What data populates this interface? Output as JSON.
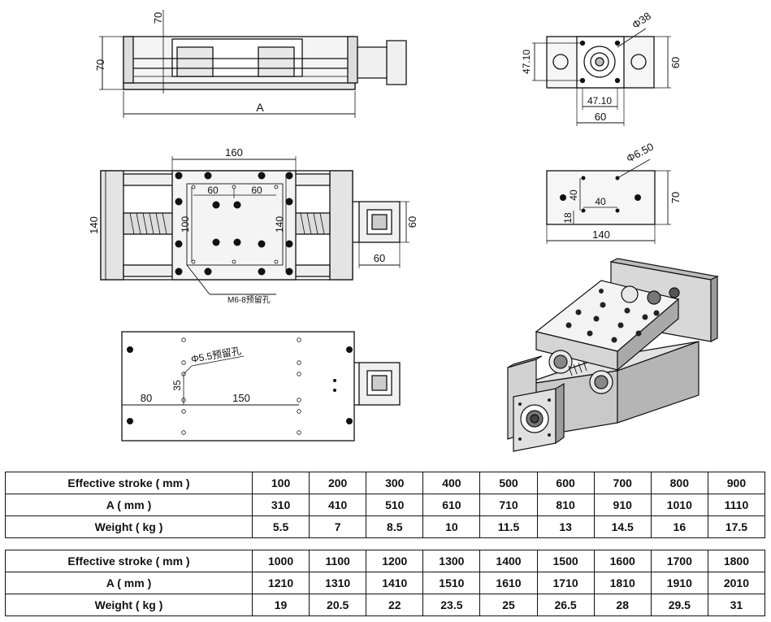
{
  "front_view": {
    "dim_height": "70",
    "dim_top": "70",
    "dim_length": "A"
  },
  "end_view": {
    "dim_bore": "Φ38",
    "dim_vertical_offset": "47.10",
    "dim_height": "60",
    "dim_horizontal_offset": "47.10",
    "dim_width": "60"
  },
  "top_view": {
    "dim_carriage_length": "160",
    "dim_hole_spacing_left": "60",
    "dim_hole_spacing_right": "60",
    "dim_width": "140",
    "dim_inner_height": "100",
    "dim_carriage_width": "140",
    "dim_motor_height": "60",
    "dim_motor_width": "60",
    "note_thread_holes": "M6-8预留孔"
  },
  "side_view": {
    "dim_hole_diameter": "Φ6.50",
    "dim_vertical_40": "40",
    "dim_horizontal_40": "40",
    "dim_height": "70",
    "dim_edge_18": "18",
    "dim_width": "140"
  },
  "bottom_view": {
    "note_holes": "Φ5.5预留孔",
    "dim_35": "35",
    "dim_80": "80",
    "dim_150": "150"
  },
  "spec_tables": [
    {
      "rows": [
        {
          "label": "Effective stroke ( mm )",
          "values": [
            "100",
            "200",
            "300",
            "400",
            "500",
            "600",
            "700",
            "800",
            "900"
          ]
        },
        {
          "label": "A ( mm )",
          "values": [
            "310",
            "410",
            "510",
            "610",
            "710",
            "810",
            "910",
            "1010",
            "1110"
          ]
        },
        {
          "label": "Weight ( kg )",
          "values": [
            "5.5",
            "7",
            "8.5",
            "10",
            "11.5",
            "13",
            "14.5",
            "16",
            "17.5"
          ]
        }
      ]
    },
    {
      "rows": [
        {
          "label": "Effective stroke ( mm )",
          "values": [
            "1000",
            "1100",
            "1200",
            "1300",
            "1400",
            "1500",
            "1600",
            "1700",
            "1800"
          ]
        },
        {
          "label": "A ( mm )",
          "values": [
            "1210",
            "1310",
            "1410",
            "1510",
            "1610",
            "1710",
            "1810",
            "1910",
            "2010"
          ]
        },
        {
          "label": "Weight ( kg )",
          "values": [
            "19",
            "20.5",
            "22",
            "23.5",
            "25",
            "26.5",
            "28",
            "29.5",
            "31"
          ]
        }
      ]
    }
  ]
}
